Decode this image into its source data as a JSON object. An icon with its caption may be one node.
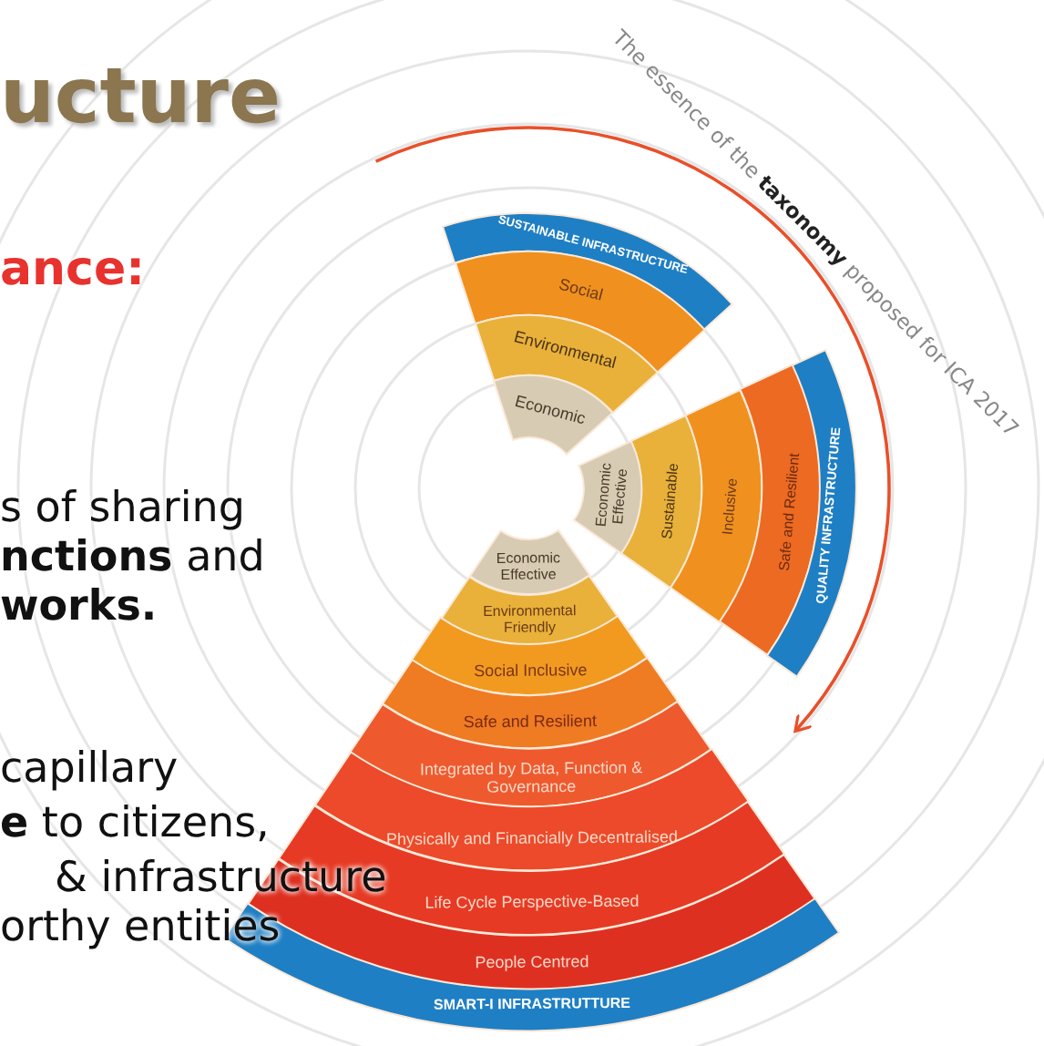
{
  "diagram": {
    "title": "ucture",
    "nodes": [
      {
        "text": [
          "SUSTAINABLE INFRASTRUCTURE"
        ]
      },
      {
        "text": [
          "Social"
        ]
      },
      {
        "text": [
          "Environmental"
        ]
      },
      {
        "text": [
          "Economic"
        ]
      },
      {
        "text": [
          "Economic Effective"
        ]
      },
      {
        "text": [
          "Sustainable"
        ]
      },
      {
        "text": [
          "Inclusive"
        ]
      },
      {
        "text": [
          "Safe and Resilient"
        ]
      },
      {
        "text": [
          "QUALITY INFRASTRUCTURE"
        ]
      },
      {
        "text": [
          "Economic Effective"
        ]
      },
      {
        "text": [
          "Environmental Friendly"
        ]
      },
      {
        "text": [
          "Social Inclusive"
        ]
      },
      {
        "text": [
          "Safe and Resilient"
        ]
      },
      {
        "text": [
          "Integrated by Data, Function & Governance"
        ]
      },
      {
        "text": [
          "Physically and Financially Decentralised"
        ]
      },
      {
        "text": [
          "Life Cycle Perspective-Based"
        ]
      },
      {
        "text": [
          "People Centred"
        ]
      },
      {
        "text": [
          "SMART-I INFRASTRUTTURE"
        ]
      }
    ],
    "labels": [
      "ance:",
      "s of sharing",
      "**nctions** and",
      "works.",
      "capillary",
      "**e** to citizens,",
      "& infrastructure",
      "orthy entities",
      "The essence of the **taxonomy** proposed for ICA 2017"
    ]
  }
}
